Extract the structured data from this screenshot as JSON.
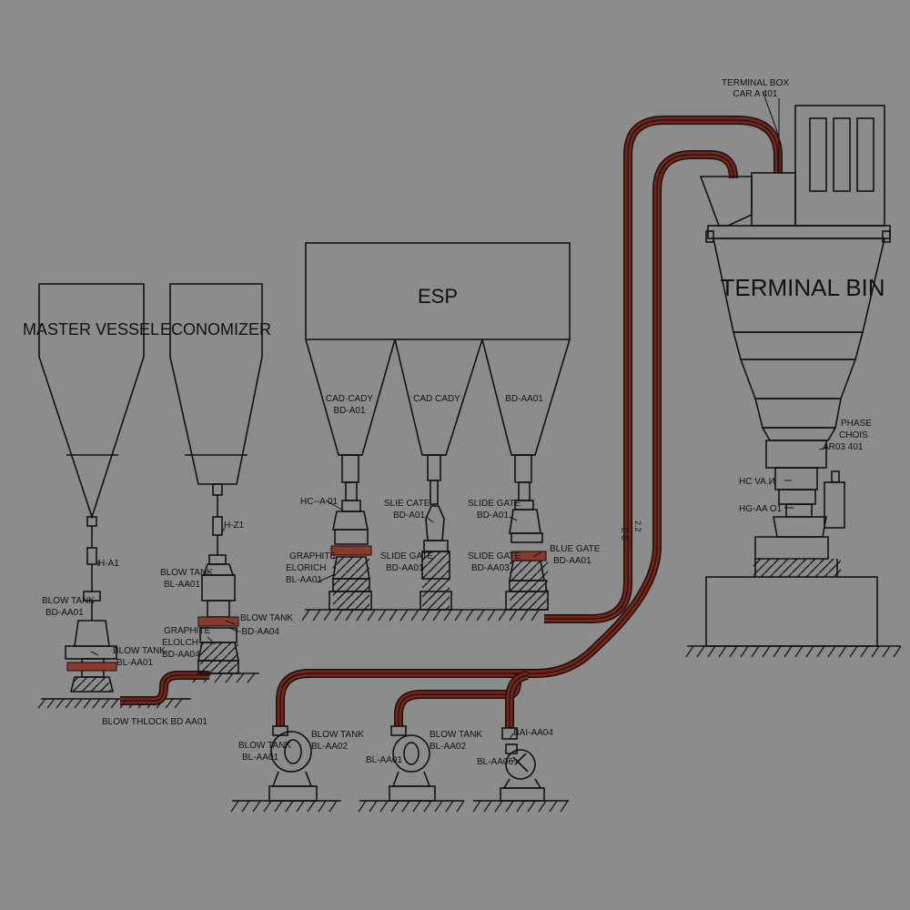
{
  "colors": {
    "background": "#8c8c8c",
    "line": "#111111",
    "pipe": "#7a2418",
    "flange": "#8b3a2c"
  },
  "vessels": {
    "master": "MASTER VESSEL",
    "economizer": "ECONOMIZER",
    "esp": "ESP",
    "terminal_bin": "TERMINAL BIN"
  },
  "labels": {
    "terminal_box_1": "TERMINAL BOX",
    "terminal_box_2": "CAR A 401",
    "cad_cady_1": "CAD·CADY",
    "bd_a01": "BD-A01",
    "cad_cady_2": "CAD CADY",
    "bd_aa01_hopper": "BD-AA01",
    "h_a1": "H-A1",
    "blow_tank": "BLOW TANK",
    "bd_aa01": "BD-AA01",
    "bl_aa01": "BL-AA01",
    "h_z1": "H-Z1",
    "blow_tank_aa04": "-BD-AA04",
    "graphite": "GRAPHITE",
    "elorch": "ELOLCH",
    "bd_aa04": "BD-AA04",
    "blow_thlock": "BLOW THLOCK BD AA01",
    "hc_a01": "HC--A 01",
    "graphite_esp": "GRAPHITE",
    "elorich": "ELORICH",
    "bl_aa01_esp": "BL-AA01",
    "slie_cate": "SLIE CATE",
    "bd_a01b": "BD-A01",
    "slide_gate": "SLIDE GATE",
    "bd_aa01_sg": "BD-AA01",
    "slide_gate_2": "SLIDE GATE",
    "bd_a01c": "BD-A01",
    "slide_gate_3": "SLIDE GATE",
    "bd_aa03": "BD-AA03",
    "blue_gate": "BLUE GATE",
    "bd_aa01_bg": "BD-AA01",
    "pipe_tag_1": "E 8",
    "pipe_tag_2": "2.2",
    "phase_1": "PHASE",
    "phase_2": "CHOIS",
    "phase_3": "AR03 401",
    "hc_valve": "HC VA.И",
    "hg_aa01": "HG-AA O1",
    "bt1_a": "BLOW TANK",
    "bt1_b": "BL-AA01",
    "bt1_c": "BLOW TANK",
    "bt1_d": "BL-AA02",
    "bt2_a": "BL-AA01",
    "bt2_b": "BLOW TANK",
    "bt2_c": "BL-AA02",
    "bt3_a": "BAI-AA04",
    "bt3_b": "BL-AA06"
  }
}
